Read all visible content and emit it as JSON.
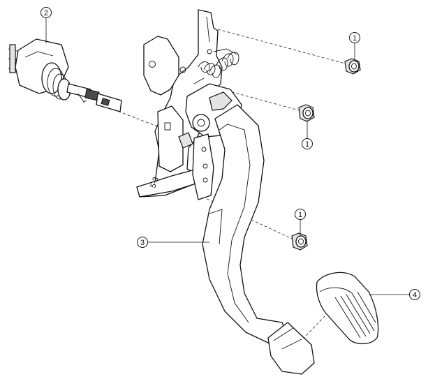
{
  "callouts": [
    {
      "id": "c1a",
      "label": "1"
    },
    {
      "id": "c1b",
      "label": "1"
    },
    {
      "id": "c1c",
      "label": "1"
    },
    {
      "id": "c2",
      "label": "2"
    },
    {
      "id": "c3",
      "label": "3"
    },
    {
      "id": "c4",
      "label": "4"
    }
  ],
  "bracket_stamp": "5-3"
}
